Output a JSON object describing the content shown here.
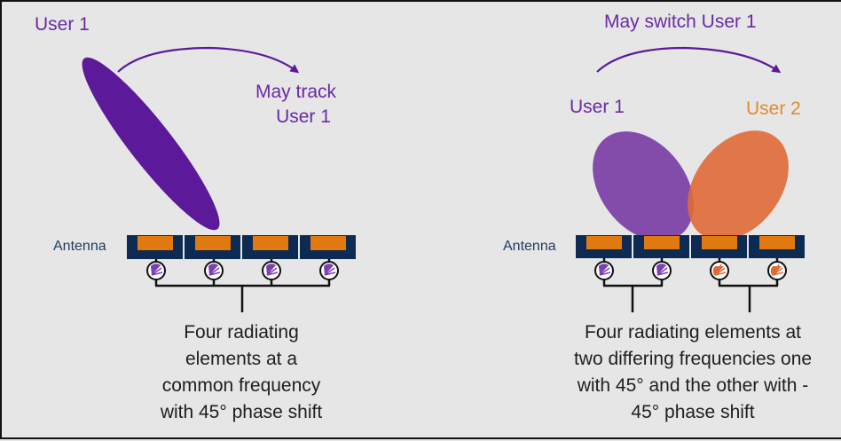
{
  "colors": {
    "background": "#e6e6e6",
    "purple_text": "#6a2aa6",
    "purple_beam": "#5c1a9a",
    "purple_beam_light": "#7d43a8",
    "orange_beam": "#e06a36",
    "orange_text": "#e28a2c",
    "antenna_frame": "#0d2a52",
    "antenna_patch": "#e07a10",
    "line": "#111111"
  },
  "left_panel": {
    "user_label": "User 1",
    "track_label_line1": "May track",
    "track_label_line2": "User 1",
    "antenna_label": "Antenna",
    "element_count": 4,
    "caption": [
      "Four radiating",
      "elements at a",
      "common frequency",
      "with 45° phase shift"
    ]
  },
  "right_panel": {
    "switch_label": "May switch User 1",
    "user1_label": "User 1",
    "user2_label": "User 2",
    "antenna_label": "Antenna",
    "element_count": 4,
    "caption": [
      "Four radiating elements at",
      "two differing frequencies one",
      "with 45° and the other with -",
      "45° phase shift"
    ]
  }
}
